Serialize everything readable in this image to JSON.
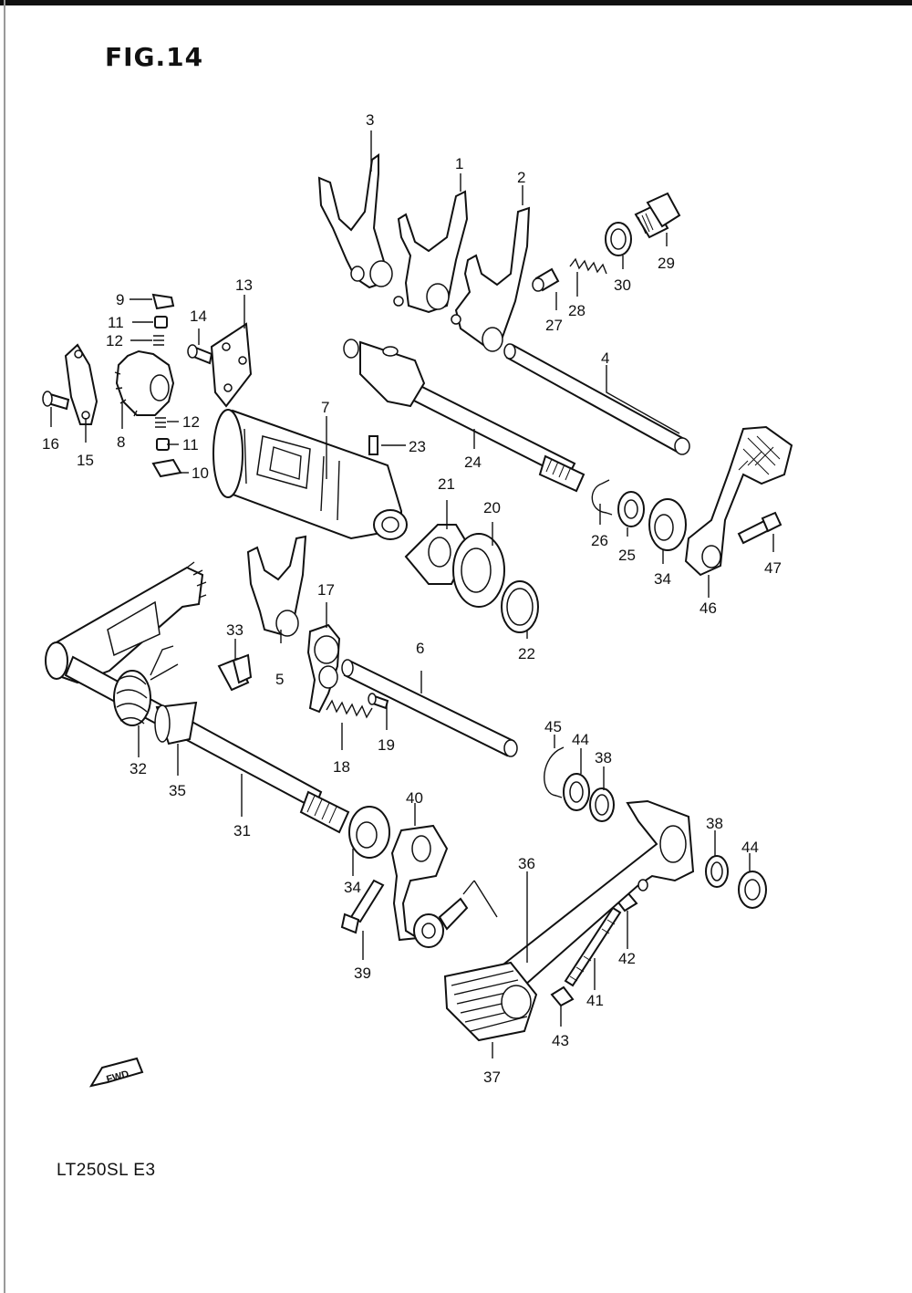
{
  "figure": {
    "title": "FIG.14",
    "model": "LT250SL  E3",
    "direction_label": "FWD"
  },
  "callouts": {
    "c1": "1",
    "c2": "2",
    "c3": "3",
    "c4": "4",
    "c5": "5",
    "c6": "6",
    "c7": "7",
    "c8": "8",
    "c9": "9",
    "c10": "10",
    "c11a": "11",
    "c11b": "11",
    "c12a": "12",
    "c12b": "12",
    "c13": "13",
    "c14": "14",
    "c15": "15",
    "c16": "16",
    "c17": "17",
    "c18": "18",
    "c19": "19",
    "c20": "20",
    "c21": "21",
    "c22": "22",
    "c23": "23",
    "c24": "24",
    "c25": "25",
    "c26": "26",
    "c27": "27",
    "c28": "28",
    "c29": "29",
    "c30": "30",
    "c31": "31",
    "c32": "32",
    "c33": "33",
    "c34a": "34",
    "c34b": "34",
    "c35": "35",
    "c36": "36",
    "c37": "37",
    "c38a": "38",
    "c38b": "38",
    "c39": "39",
    "c40": "40",
    "c41": "41",
    "c42": "42",
    "c43": "43",
    "c44a": "44",
    "c44b": "44",
    "c45": "45",
    "c46": "46",
    "c47": "47"
  }
}
